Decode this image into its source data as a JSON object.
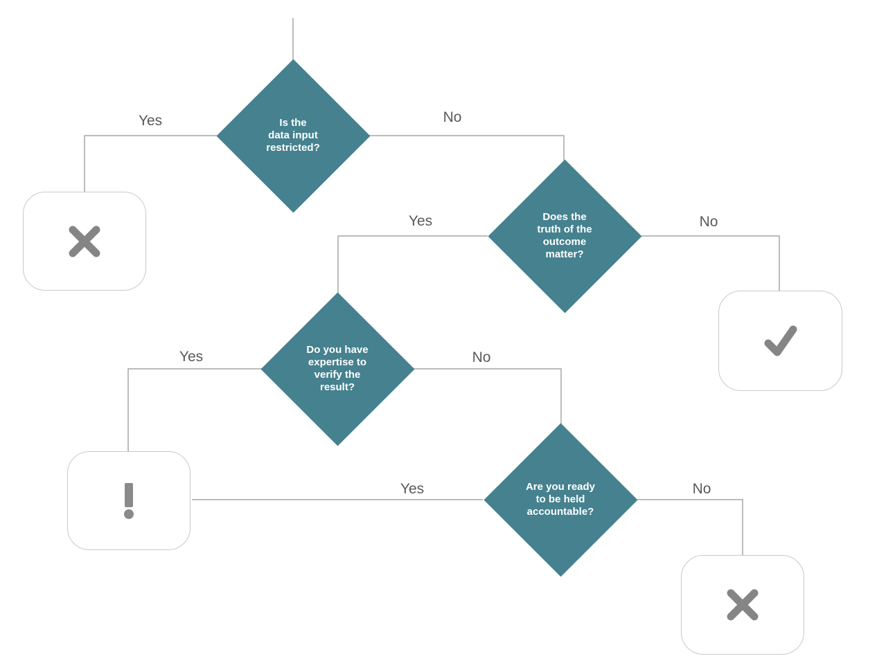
{
  "diagram": {
    "type": "flowchart-decision-tree",
    "colors": {
      "decision_fill": "#45818E",
      "decision_text": "#ffffff",
      "connector": "#a5a5a5",
      "edge_label_text": "#58595B",
      "outcome_border": "#c9c9c9",
      "outcome_icon": "#858585"
    },
    "decisions": [
      {
        "id": "q1",
        "text": "Is the\ndata input\nrestricted?"
      },
      {
        "id": "q2",
        "text": "Does the\ntruth of the\noutcome\nmatter?"
      },
      {
        "id": "q3",
        "text": "Do you have\nexpertise to\nverify the\nresult?"
      },
      {
        "id": "q4",
        "text": "Are you ready\nto be held\naccountable?"
      }
    ],
    "edges": [
      {
        "from": "q1",
        "label": "Yes",
        "to": "outcome-reject-1"
      },
      {
        "from": "q1",
        "label": "No",
        "to": "q2"
      },
      {
        "from": "q2",
        "label": "Yes",
        "to": "q3"
      },
      {
        "from": "q2",
        "label": "No",
        "to": "outcome-accept"
      },
      {
        "from": "q3",
        "label": "Yes",
        "to": "outcome-caution"
      },
      {
        "from": "q3",
        "label": "No",
        "to": "q4"
      },
      {
        "from": "q4",
        "label": "Yes",
        "to": "outcome-caution"
      },
      {
        "from": "q4",
        "label": "No",
        "to": "outcome-reject-2"
      }
    ],
    "outcomes": [
      {
        "id": "outcome-reject-1",
        "icon": "x-icon"
      },
      {
        "id": "outcome-accept",
        "icon": "check-icon"
      },
      {
        "id": "outcome-caution",
        "icon": "exclamation-icon"
      },
      {
        "id": "outcome-reject-2",
        "icon": "x-icon"
      }
    ]
  }
}
